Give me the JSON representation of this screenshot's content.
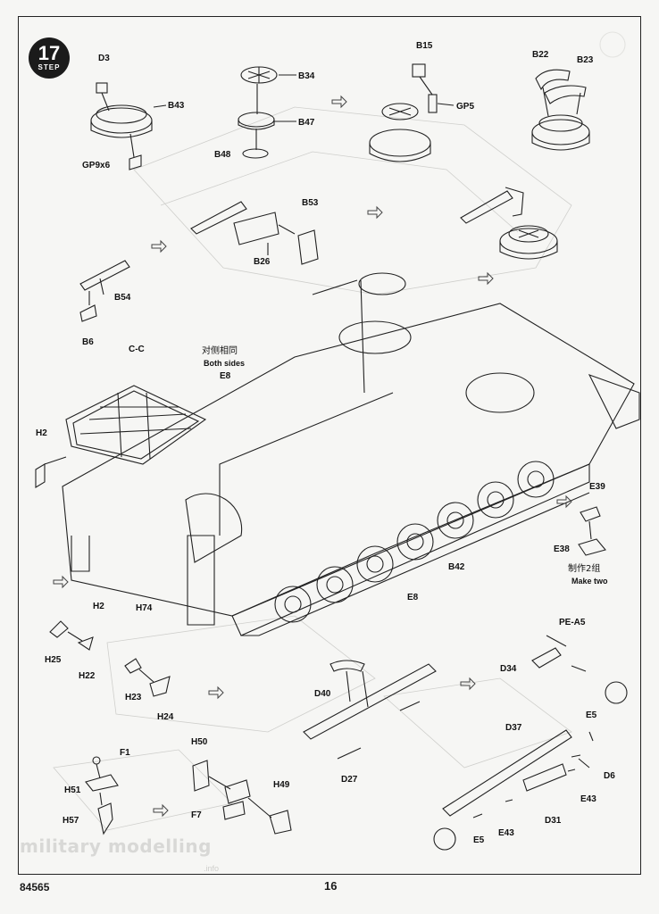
{
  "step": {
    "number": "17",
    "word": "STEP"
  },
  "footer": {
    "model_number": "84565",
    "page_number": "16"
  },
  "watermark": {
    "text": "military modelling",
    "sub": ".info"
  },
  "labels": {
    "D3": "D3",
    "B43": "B43",
    "GP9x6": "GP9x6",
    "B34": "B34",
    "B47": "B47",
    "B48": "B48",
    "B15": "B15",
    "GP5": "GP5",
    "B22": "B22",
    "B23": "B23",
    "B53": "B53",
    "B26": "B26",
    "B54": "B54",
    "B6": "B6",
    "CC": "C-C",
    "E8a": "E8",
    "H2a": "H2",
    "H2b": "H2",
    "H74": "H74",
    "B42": "B42",
    "E8b": "E8",
    "E39": "E39",
    "E38": "E38",
    "H25": "H25",
    "H22": "H22",
    "H23": "H23",
    "H24": "H24",
    "PEA5": "PE-A5",
    "D34": "D34",
    "D40": "D40",
    "D27": "D27",
    "E5a": "E5",
    "D37": "D37",
    "D6": "D6",
    "E43a": "E43",
    "D31": "D31",
    "E43b": "E43",
    "E5b": "E5",
    "F1": "F1",
    "H51": "H51",
    "H57": "H57",
    "H50": "H50",
    "F7": "F7",
    "H49": "H49"
  },
  "notes": {
    "both_sides_cn": "对侧相同",
    "both_sides_en": "Both sides",
    "make_two_cn": "制作2组",
    "make_two_en": "Make two"
  }
}
